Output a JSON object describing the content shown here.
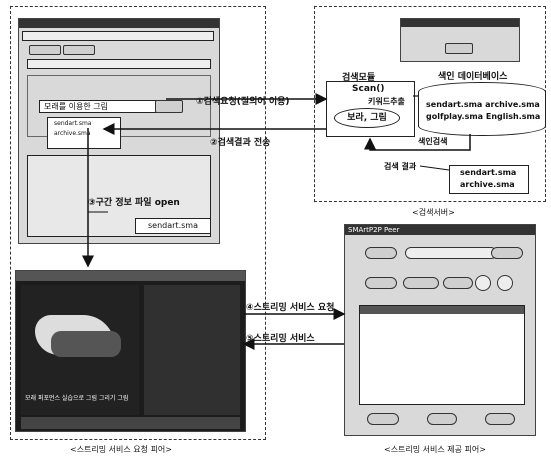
{
  "captions": {
    "search_server": "<검색서버>",
    "request_peer": "<스트리밍 서비스 요청 피어>",
    "provide_peer": "<스트리밍 서비스 제공 피어>"
  },
  "arrows": {
    "a1": "①검색요청(질의어 이용)",
    "a2": "②검색결과 전송",
    "a3": "③구간 정보 파일 open",
    "a4": "④스트리밍 서비스 요청",
    "a5": "⑤스트리밍 서비스"
  },
  "server": {
    "module_title": "검색모듈",
    "scan": "Scan()",
    "keyword": "키워드추출",
    "oval": "보라, 그림",
    "db_title": "색인 데이터베이스",
    "db_row1": "sendart.sma  archive.sma",
    "db_row2": "golfplay.sma  English.sma",
    "index_search": "색인검색",
    "result_label": "검색 결과",
    "result_files": [
      "sendart.sma",
      "archive.sma"
    ]
  },
  "client": {
    "query": "모래를 이용한 그림",
    "results": [
      "sendart.sma",
      "archive.sma"
    ],
    "file_label": "sendart.sma"
  },
  "player": {
    "subtitle": "모래 퍼포먼스 실습으로 그림 그리기 그림"
  },
  "provider": {
    "title": "SMArtP2P Peer"
  }
}
